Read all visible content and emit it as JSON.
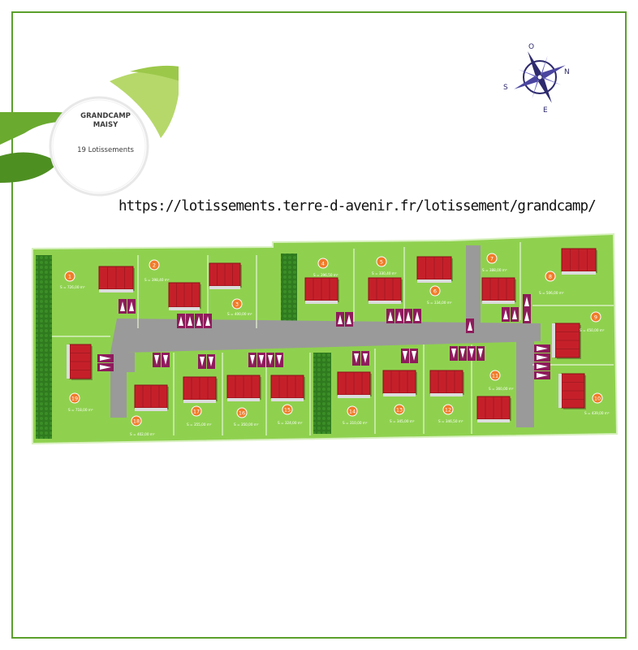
{
  "header": {
    "town_line1": "GRANDCAMP",
    "town_line2": "MAISY",
    "lots_count": "19 Lotissements",
    "url": "https://lotissements.terre-d-avenir.fr/lotissement/grandcamp/"
  },
  "compass": {
    "north": "N",
    "south": "S",
    "east": "E",
    "west": "O"
  },
  "colors": {
    "frame": "#5aa02c",
    "lot_fill": "#8fd14f",
    "hedge": "#2f7a1e",
    "road": "#9a9a9a",
    "roof": "#c5202a",
    "parking": "#8e1b5b",
    "badge": "#f07c2a",
    "compass": "#2e2a6e"
  },
  "lots": [
    {
      "num": "1",
      "area": "S = 726,00 m²"
    },
    {
      "num": "2",
      "area": "S = 398,40 m²"
    },
    {
      "num": "3",
      "area": "S = 400,00 m²"
    },
    {
      "num": "4",
      "area": "S = 396,50 m²"
    },
    {
      "num": "5",
      "area": "S = 330,40 m²"
    },
    {
      "num": "6",
      "area": "S = 334,00 m²"
    },
    {
      "num": "7",
      "area": "S = 388,00 m²"
    },
    {
      "num": "8",
      "area": "S = 506,00 m²"
    },
    {
      "num": "9",
      "area": "S = 450,00 m²"
    },
    {
      "num": "10",
      "area": "S = 439,00 m²"
    },
    {
      "num": "11",
      "area": "S = 360,00 m²"
    },
    {
      "num": "12",
      "area": "S = 346,50 m²"
    },
    {
      "num": "13",
      "area": "S = 345,00 m²"
    },
    {
      "num": "14",
      "area": "S = 310,00 m²"
    },
    {
      "num": "15",
      "area": "S = 324,00 m²"
    },
    {
      "num": "16",
      "area": "S = 350,00 m²"
    },
    {
      "num": "17",
      "area": "S = 355,00 m²"
    },
    {
      "num": "18",
      "area": "S = 402,00 m²"
    },
    {
      "num": "19",
      "area": "S = 718,00 m²"
    }
  ]
}
